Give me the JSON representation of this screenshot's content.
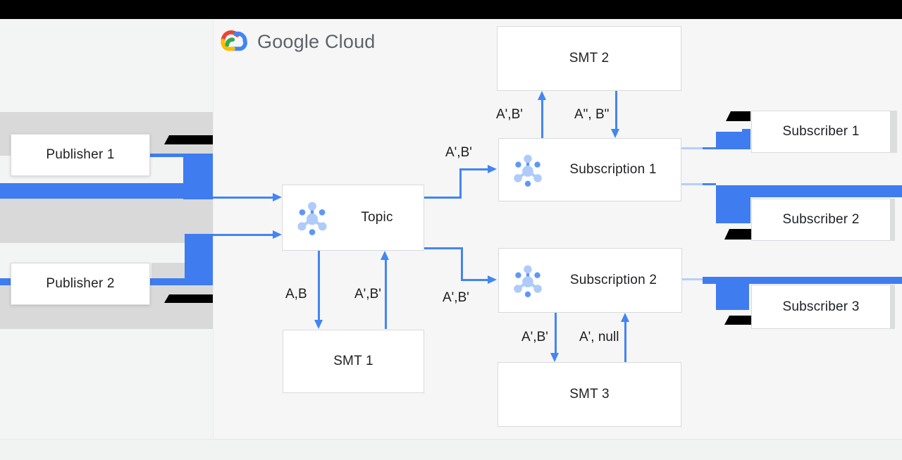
{
  "brand": {
    "name": "Google Cloud",
    "logo_icon": "google-cloud-logo"
  },
  "colors": {
    "blue": "#4285f4",
    "shape_blue": "#3e7cf0",
    "light_blue": "#b7cff9",
    "icon_light": "#aecbfa",
    "icon_mid": "#5e97f6",
    "gray_band": "#d9d9d9",
    "bg": "#f6f6f7",
    "panel_bg": "#f3f4f4",
    "footer_bg": "#f1f2f2",
    "box_border": "#d8dadd",
    "text": "#1f2023",
    "brand_text": "#5f6368",
    "black": "#000000"
  },
  "nodes": {
    "publisher1": "Publisher 1",
    "publisher2": "Publisher 2",
    "topic": "Topic",
    "smt1": "SMT 1",
    "smt2": "SMT 2",
    "smt3": "SMT 3",
    "subscription1": "Subscription 1",
    "subscription2": "Subscription 2",
    "subscriber1": "Subscriber 1",
    "subscriber2": "Subscriber 2",
    "subscriber3": "Subscriber 3"
  },
  "icons": {
    "pubsub": "pubsub-icon"
  },
  "edge_labels": {
    "topic_to_smt1": "A,B",
    "smt1_to_topic": "A',B'",
    "topic_to_sub1": "A',B'",
    "topic_to_sub2": "A',B'",
    "sub1_to_smt2": "A',B'",
    "smt2_to_sub1": "A\", B\"",
    "sub2_to_smt3": "A',B'",
    "smt3_to_sub2": "A', null"
  }
}
